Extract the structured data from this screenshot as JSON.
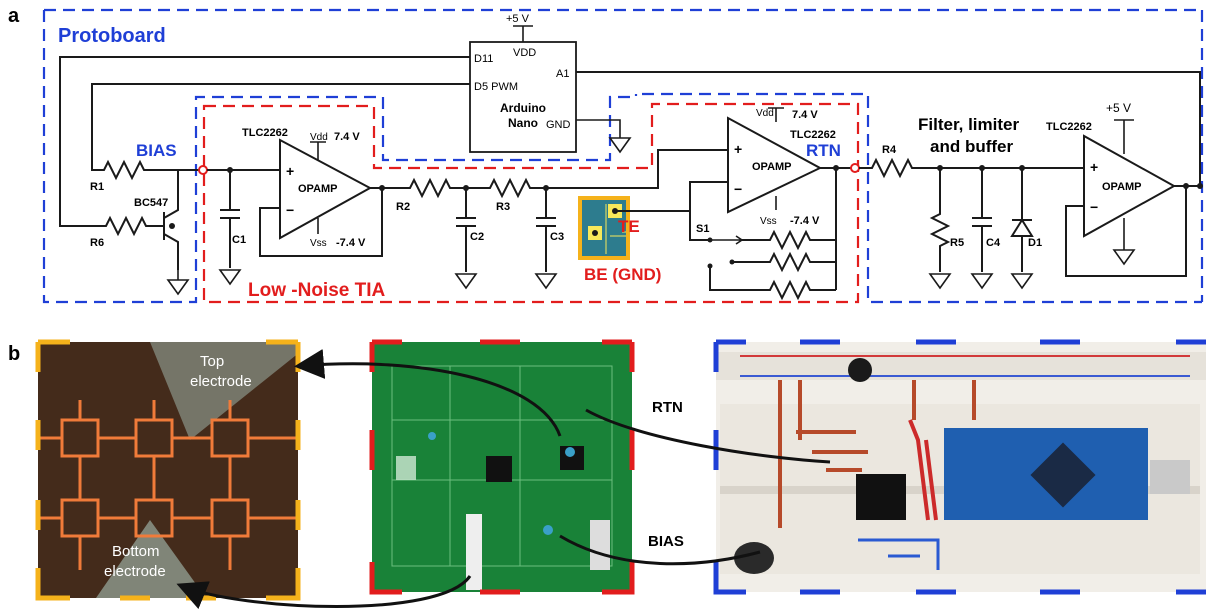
{
  "panels": {
    "a": "a",
    "b": "b"
  },
  "regions": {
    "protoboard": "Protoboard",
    "tia": "Low -Noise TIA",
    "filter": "Filter, limiter\nand buffer",
    "filter_line1": "Filter, limiter",
    "filter_line2": "and buffer"
  },
  "arduino": {
    "name_line1": "Arduino",
    "name_line2": "Nano",
    "pins": {
      "d11": "D11",
      "d5": "D5 PWM",
      "vdd": "VDD",
      "a1": "A1",
      "gnd": "GND"
    },
    "supply": "+5 V"
  },
  "signals": {
    "bias": "BIAS",
    "rtn": "RTN",
    "te": "TE",
    "be": "BE (GND)"
  },
  "components": {
    "r1": "R1",
    "r6": "R6",
    "bc547": "BC547",
    "c1": "C1",
    "tlc1": "TLC2262",
    "tlc2": "TLC2262",
    "tlc3": "TLC2262",
    "opamp": "OPAMP",
    "vdd": "Vdd",
    "vdd_val": "7.4 V",
    "vss": "Vss",
    "vss_val": "-7.4 V",
    "r2": "R2",
    "r3": "R3",
    "c2": "C2",
    "c3": "C3",
    "s1": "S1",
    "r4": "R4",
    "r5": "R5",
    "c4": "C4",
    "d1": "D1",
    "plus5": "+5 V",
    "plus": "+",
    "minus": "−"
  },
  "photo_labels": {
    "top_line1": "Top",
    "top_line2": "electrode",
    "bottom_line1": "Bottom",
    "bottom_line2": "electrode",
    "rtn": "RTN",
    "bias": "BIAS"
  },
  "colors": {
    "blue": "#1f3fd6",
    "red": "#e21d1d",
    "orange": "#f5b21b",
    "pcb": "#1c8a3c"
  }
}
